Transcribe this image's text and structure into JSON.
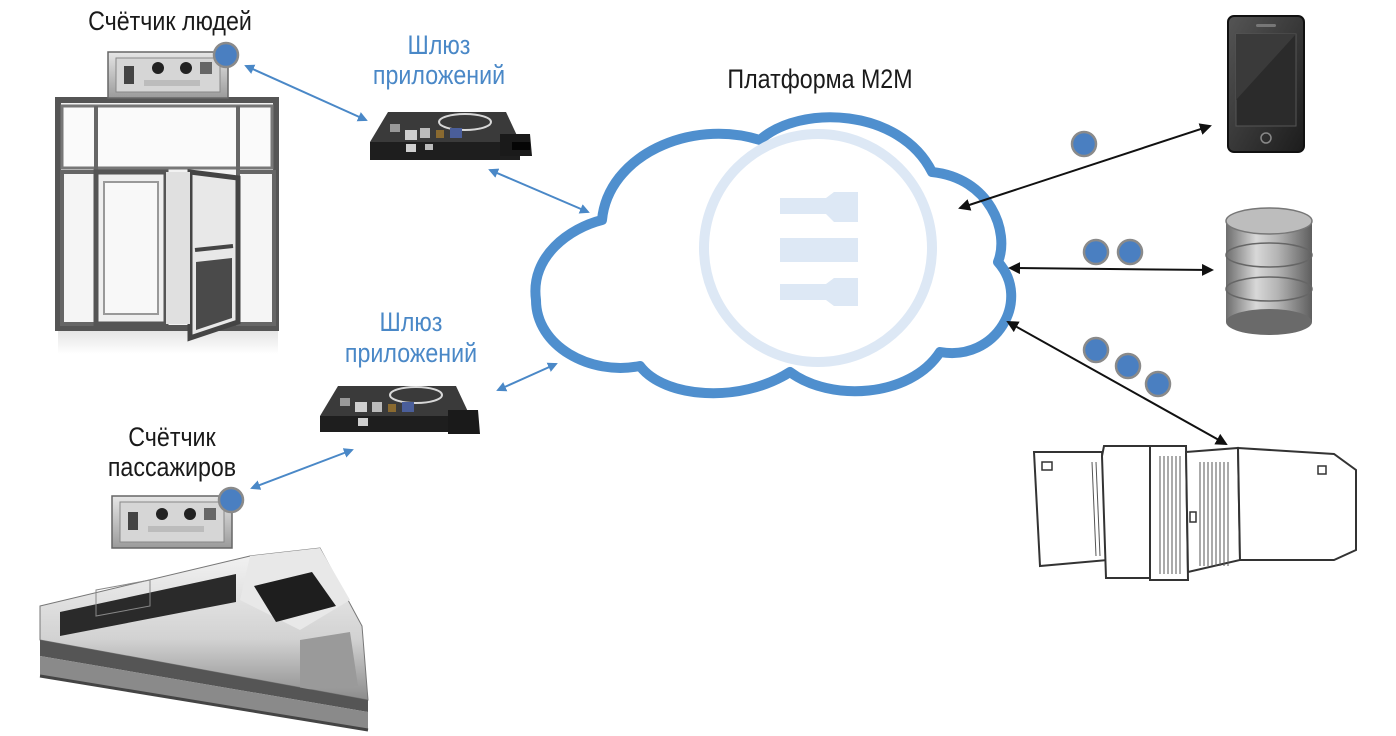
{
  "labels": {
    "people_counter": "Счётчик людей",
    "gateway_top_line1": "Шлюз",
    "gateway_top_line2": "приложений",
    "platform": "Платформа M2M",
    "gateway_bottom_line1": "Шлюз",
    "gateway_bottom_line2": "приложений",
    "passenger_counter_line1": "Счётчик",
    "passenger_counter_line2": "пассажиров"
  },
  "colors": {
    "accent_blue": "#4a88c7",
    "cloud_stroke": "#4f8fce",
    "cloud_logo": "#dde8f5",
    "arrow_dark": "#111111",
    "dot_fill": "#4a7fc1",
    "dot_ring": "#8a8a8a",
    "text": "#1a1a1a"
  },
  "icons": [
    "people-counter-device-icon",
    "door-icon",
    "gateway-device-icon",
    "m2m-cloud-icon",
    "smartphone-icon",
    "database-icon",
    "server-cabinet-icon",
    "train-icon",
    "passenger-counter-device-icon"
  ],
  "message_dots": {
    "to_phone": 1,
    "to_database": 2,
    "to_servers": 3
  }
}
